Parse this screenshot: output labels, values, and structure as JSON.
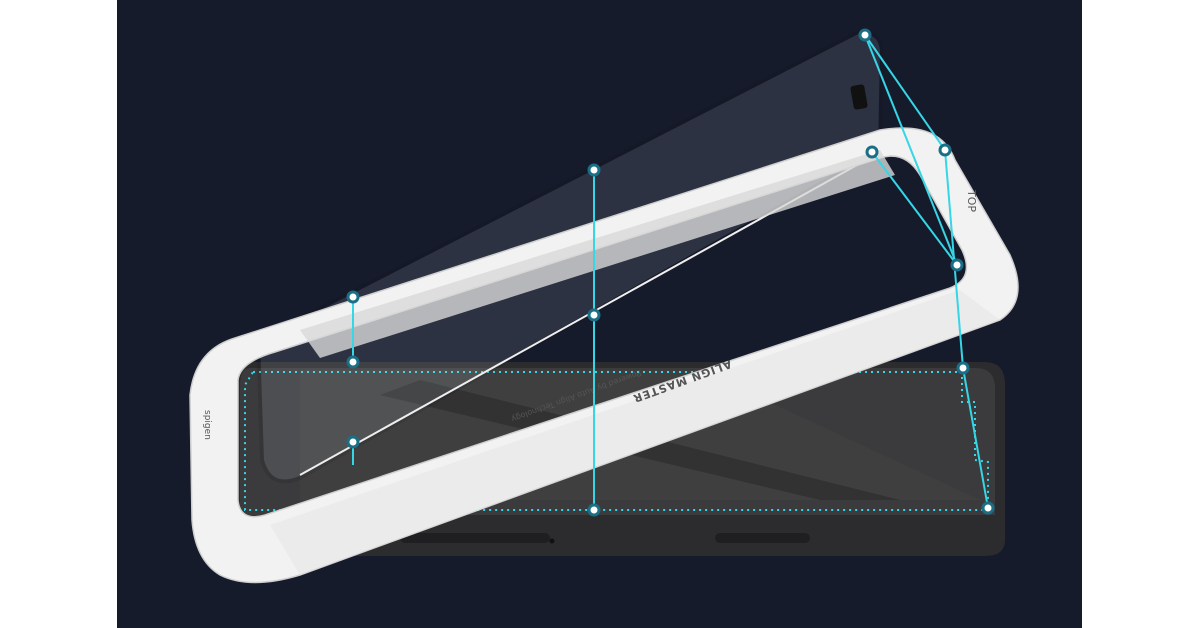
{
  "product": {
    "brand_logo": "spigen",
    "frame_title": "ALIGN MASTER",
    "frame_subtitle": "Powered by Auto Align Technology",
    "top_marker": "TOP"
  },
  "colors": {
    "background": "#161b2b",
    "frame": "#f4f4f4",
    "phone": "#3a3a3a",
    "guide": "#35d6e6",
    "guide_dot": "#1a6f86"
  }
}
